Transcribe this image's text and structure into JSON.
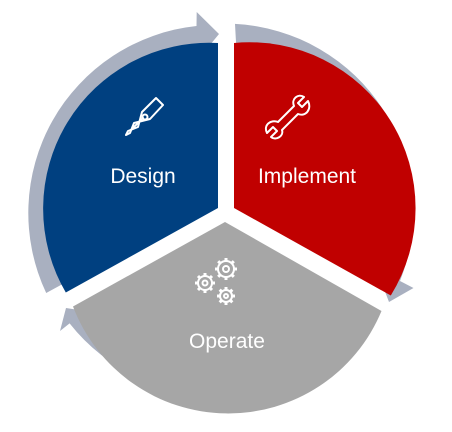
{
  "diagram": {
    "type": "cycle",
    "segments": [
      {
        "label": "Design",
        "icon": "pen-nib-icon",
        "color": "#004080"
      },
      {
        "label": "Implement",
        "icon": "wrench-icon",
        "color": "#C00000"
      },
      {
        "label": "Operate",
        "icon": "gears-icon",
        "color": "#A6A6A6"
      }
    ],
    "arrow_color": "#A9B0C0",
    "background": "#FFFFFF"
  }
}
